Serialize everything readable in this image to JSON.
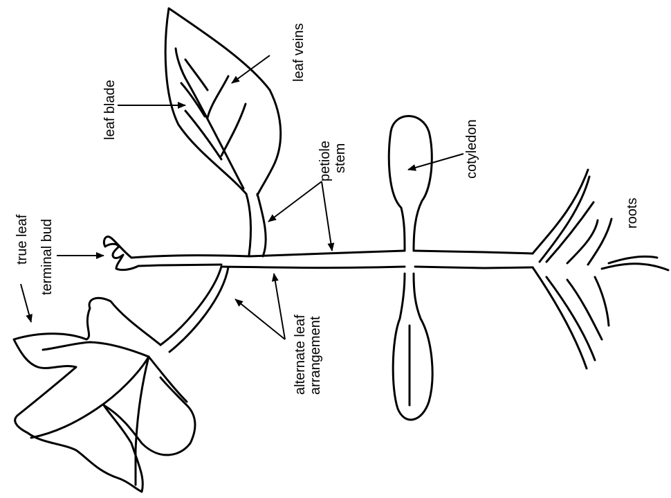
{
  "labels": {
    "leaf_veins": "leaf veins",
    "leaf_blade": "leaf blade",
    "petiole": "petiole",
    "stem": "stem",
    "cotyledon": "cotyledon",
    "roots": "roots",
    "true_leaf": "true leaf",
    "terminal_bud": "terminal bud",
    "alternate_leaf_1": "alternate leaf",
    "alternate_leaf_2": "arrangement"
  },
  "colors": {
    "line": "#000000",
    "background": "#ffffff"
  }
}
